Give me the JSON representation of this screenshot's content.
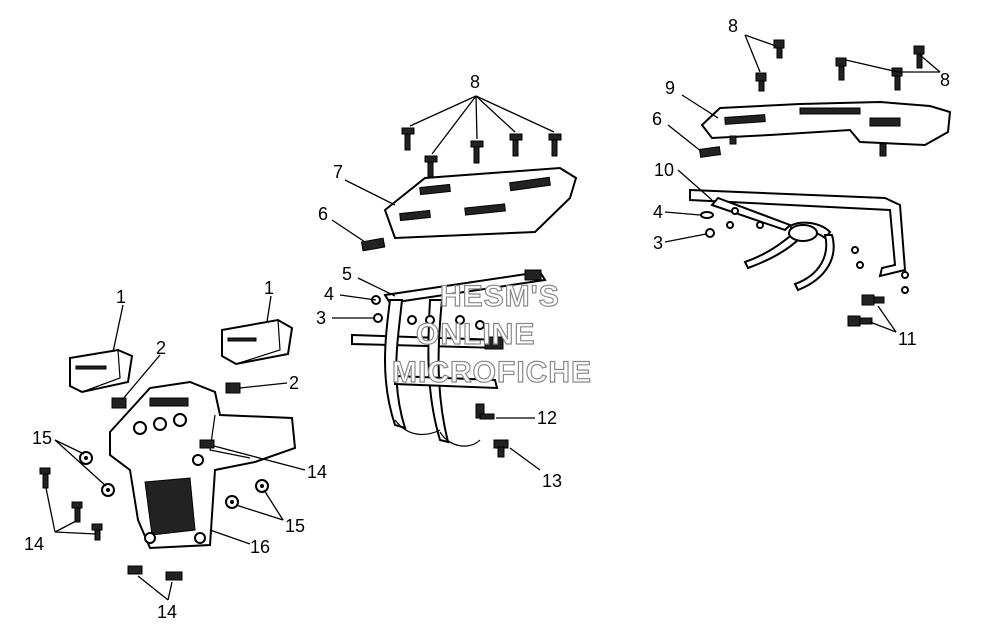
{
  "diagram": {
    "callouts": [
      {
        "id": "c8a",
        "label": "8"
      },
      {
        "id": "c7",
        "label": "7"
      },
      {
        "id": "c6a",
        "label": "6"
      },
      {
        "id": "c5",
        "label": "5"
      },
      {
        "id": "c4a",
        "label": "4"
      },
      {
        "id": "c3a",
        "label": "3"
      },
      {
        "id": "c12",
        "label": "12"
      },
      {
        "id": "c13",
        "label": "13"
      },
      {
        "id": "c1a",
        "label": "1"
      },
      {
        "id": "c1b",
        "label": "1"
      },
      {
        "id": "c2a",
        "label": "2"
      },
      {
        "id": "c2b",
        "label": "2"
      },
      {
        "id": "c15a",
        "label": "15"
      },
      {
        "id": "c14a",
        "label": "14"
      },
      {
        "id": "c14b",
        "label": "14"
      },
      {
        "id": "c15b",
        "label": "15"
      },
      {
        "id": "c16",
        "label": "16"
      },
      {
        "id": "c14c",
        "label": "14"
      },
      {
        "id": "c8b",
        "label": "8"
      },
      {
        "id": "c8c",
        "label": "8"
      },
      {
        "id": "c9",
        "label": "9"
      },
      {
        "id": "c6b",
        "label": "6"
      },
      {
        "id": "c10",
        "label": "10"
      },
      {
        "id": "c4b",
        "label": "4"
      },
      {
        "id": "c3b",
        "label": "3"
      },
      {
        "id": "c11",
        "label": "11"
      }
    ],
    "watermark": [
      "HESM'S",
      "ONLINE",
      "MICROFICHE"
    ]
  }
}
